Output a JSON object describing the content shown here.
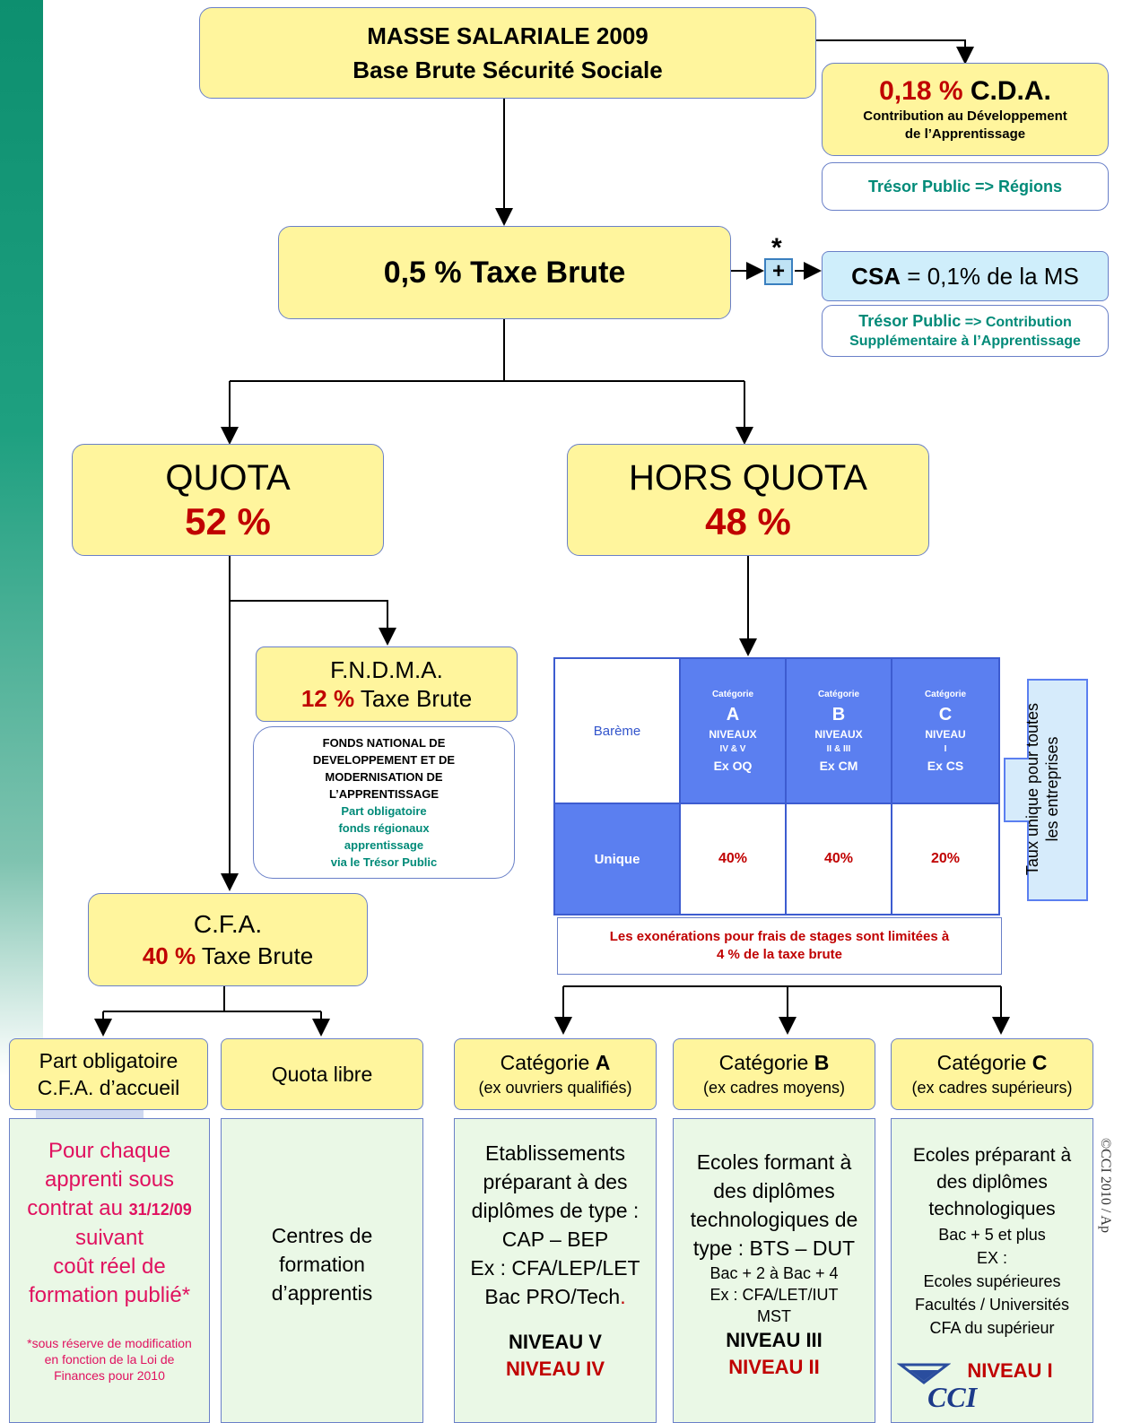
{
  "masse": {
    "line1": "MASSE SALARIALE 2009",
    "line2": "Base Brute Sécurité Sociale"
  },
  "cda": {
    "pct": "0,18 %",
    "label": "C.D.A.",
    "desc1": "Contribution au Développement",
    "desc2": "de l’Apprentissage",
    "dest": "Trésor Public => Régions"
  },
  "taxe": {
    "label": "0,5 % Taxe Brute",
    "asterisk": "*",
    "plus": "+"
  },
  "csa": {
    "bold": "CSA",
    "rest": " = 0,1% de la MS",
    "dest_bold": "Trésor Public",
    "dest_rest": " => Contribution",
    "dest_line2": "Supplémentaire à l’Apprentissage"
  },
  "quota": {
    "label": "QUOTA",
    "pct": "52 %"
  },
  "hors_quota": {
    "label": "HORS QUOTA",
    "pct": "48 %"
  },
  "fndma": {
    "label": "F.N.D.M.A.",
    "pct": "12 %",
    "suffix": " Taxe Brute",
    "desc": [
      "FONDS NATIONAL DE",
      "DEVELOPPEMENT ET DE",
      "MODERNISATION DE",
      "L’APPRENTISSAGE"
    ],
    "desc_teal": [
      "Part obligatoire",
      "fonds régionaux",
      "apprentissage",
      "via le Trésor Public"
    ]
  },
  "cfa": {
    "label": "C.F.A.",
    "pct": "40 %",
    "suffix": " Taxe Brute"
  },
  "bareme_table": {
    "row_label": "Barème",
    "unique_label": "Unique",
    "columns": [
      {
        "cat": "Catégorie",
        "letter": "A",
        "niv": "NIVEAUX",
        "niv2": "IV & V",
        "ex": "Ex OQ",
        "value": "40%"
      },
      {
        "cat": "Catégorie",
        "letter": "B",
        "niv": "NIVEAUX",
        "niv2": "II & III",
        "ex": "Ex CM",
        "value": "40%"
      },
      {
        "cat": "Catégorie",
        "letter": "C",
        "niv": "NIVEAU",
        "niv2": "I",
        "ex": "Ex CS",
        "value": "20%"
      }
    ],
    "side_note_1": "Taux unique pour toutes",
    "side_note_2": "les entreprises",
    "exoneration_1": "Les exonérations pour frais de stages sont limitées à",
    "exoneration_2": "4 % de la taxe brute"
  },
  "part_oblig": {
    "title1": "Part obligatoire",
    "title2": "C.F.A. d’accueil",
    "body1": "Pour chaque",
    "body2": "apprenti sous",
    "body3a": "contrat au ",
    "body3b": "31/12/09",
    "body4": "suivant",
    "body5": "coût réel de",
    "body6": "formation publié*",
    "note1": "*sous réserve de modification",
    "note2": "en fonction de la Loi de",
    "note3": "Finances pour 2010"
  },
  "quota_libre": {
    "title": "Quota libre",
    "body1": "Centres de",
    "body2": "formation",
    "body3": "d’apprentis"
  },
  "cat_a": {
    "title_pre": "Catégorie ",
    "title_letter": "A",
    "subtitle": "(ex ouvriers qualifiés)",
    "lines": [
      "Etablissements",
      "préparant à des",
      "diplômes de type :",
      "CAP – BEP",
      "Ex : CFA/LEP/LET"
    ],
    "last_line": "Bac PRO/Tech",
    "last_dot": ".",
    "niv1": "NIVEAU V",
    "niv2": "NIVEAU IV"
  },
  "cat_b": {
    "title_pre": "Catégorie ",
    "title_letter": "B",
    "subtitle": "(ex cadres moyens)",
    "lines": [
      "Ecoles formant à",
      "des diplômes",
      "technologiques de",
      "type : BTS – DUT"
    ],
    "small": [
      "Bac + 2 à Bac + 4",
      "Ex : CFA/LET/IUT",
      "MST"
    ],
    "niv1": "NIVEAU III",
    "niv2": "NIVEAU II"
  },
  "cat_c": {
    "title_pre": "Catégorie ",
    "title_letter": "C",
    "subtitle": "(ex cadres supérieurs)",
    "lines": [
      "Ecoles préparant à",
      "des diplômes",
      "technologiques"
    ],
    "small": [
      "Bac + 5 et plus",
      "EX :",
      "Ecoles supérieures",
      "Facultés / Universités",
      "CFA du supérieur"
    ],
    "niv1": "NIVEAU I",
    "logo_text": "CCI"
  },
  "margin_text": "©CCI 2010 / Ap"
}
